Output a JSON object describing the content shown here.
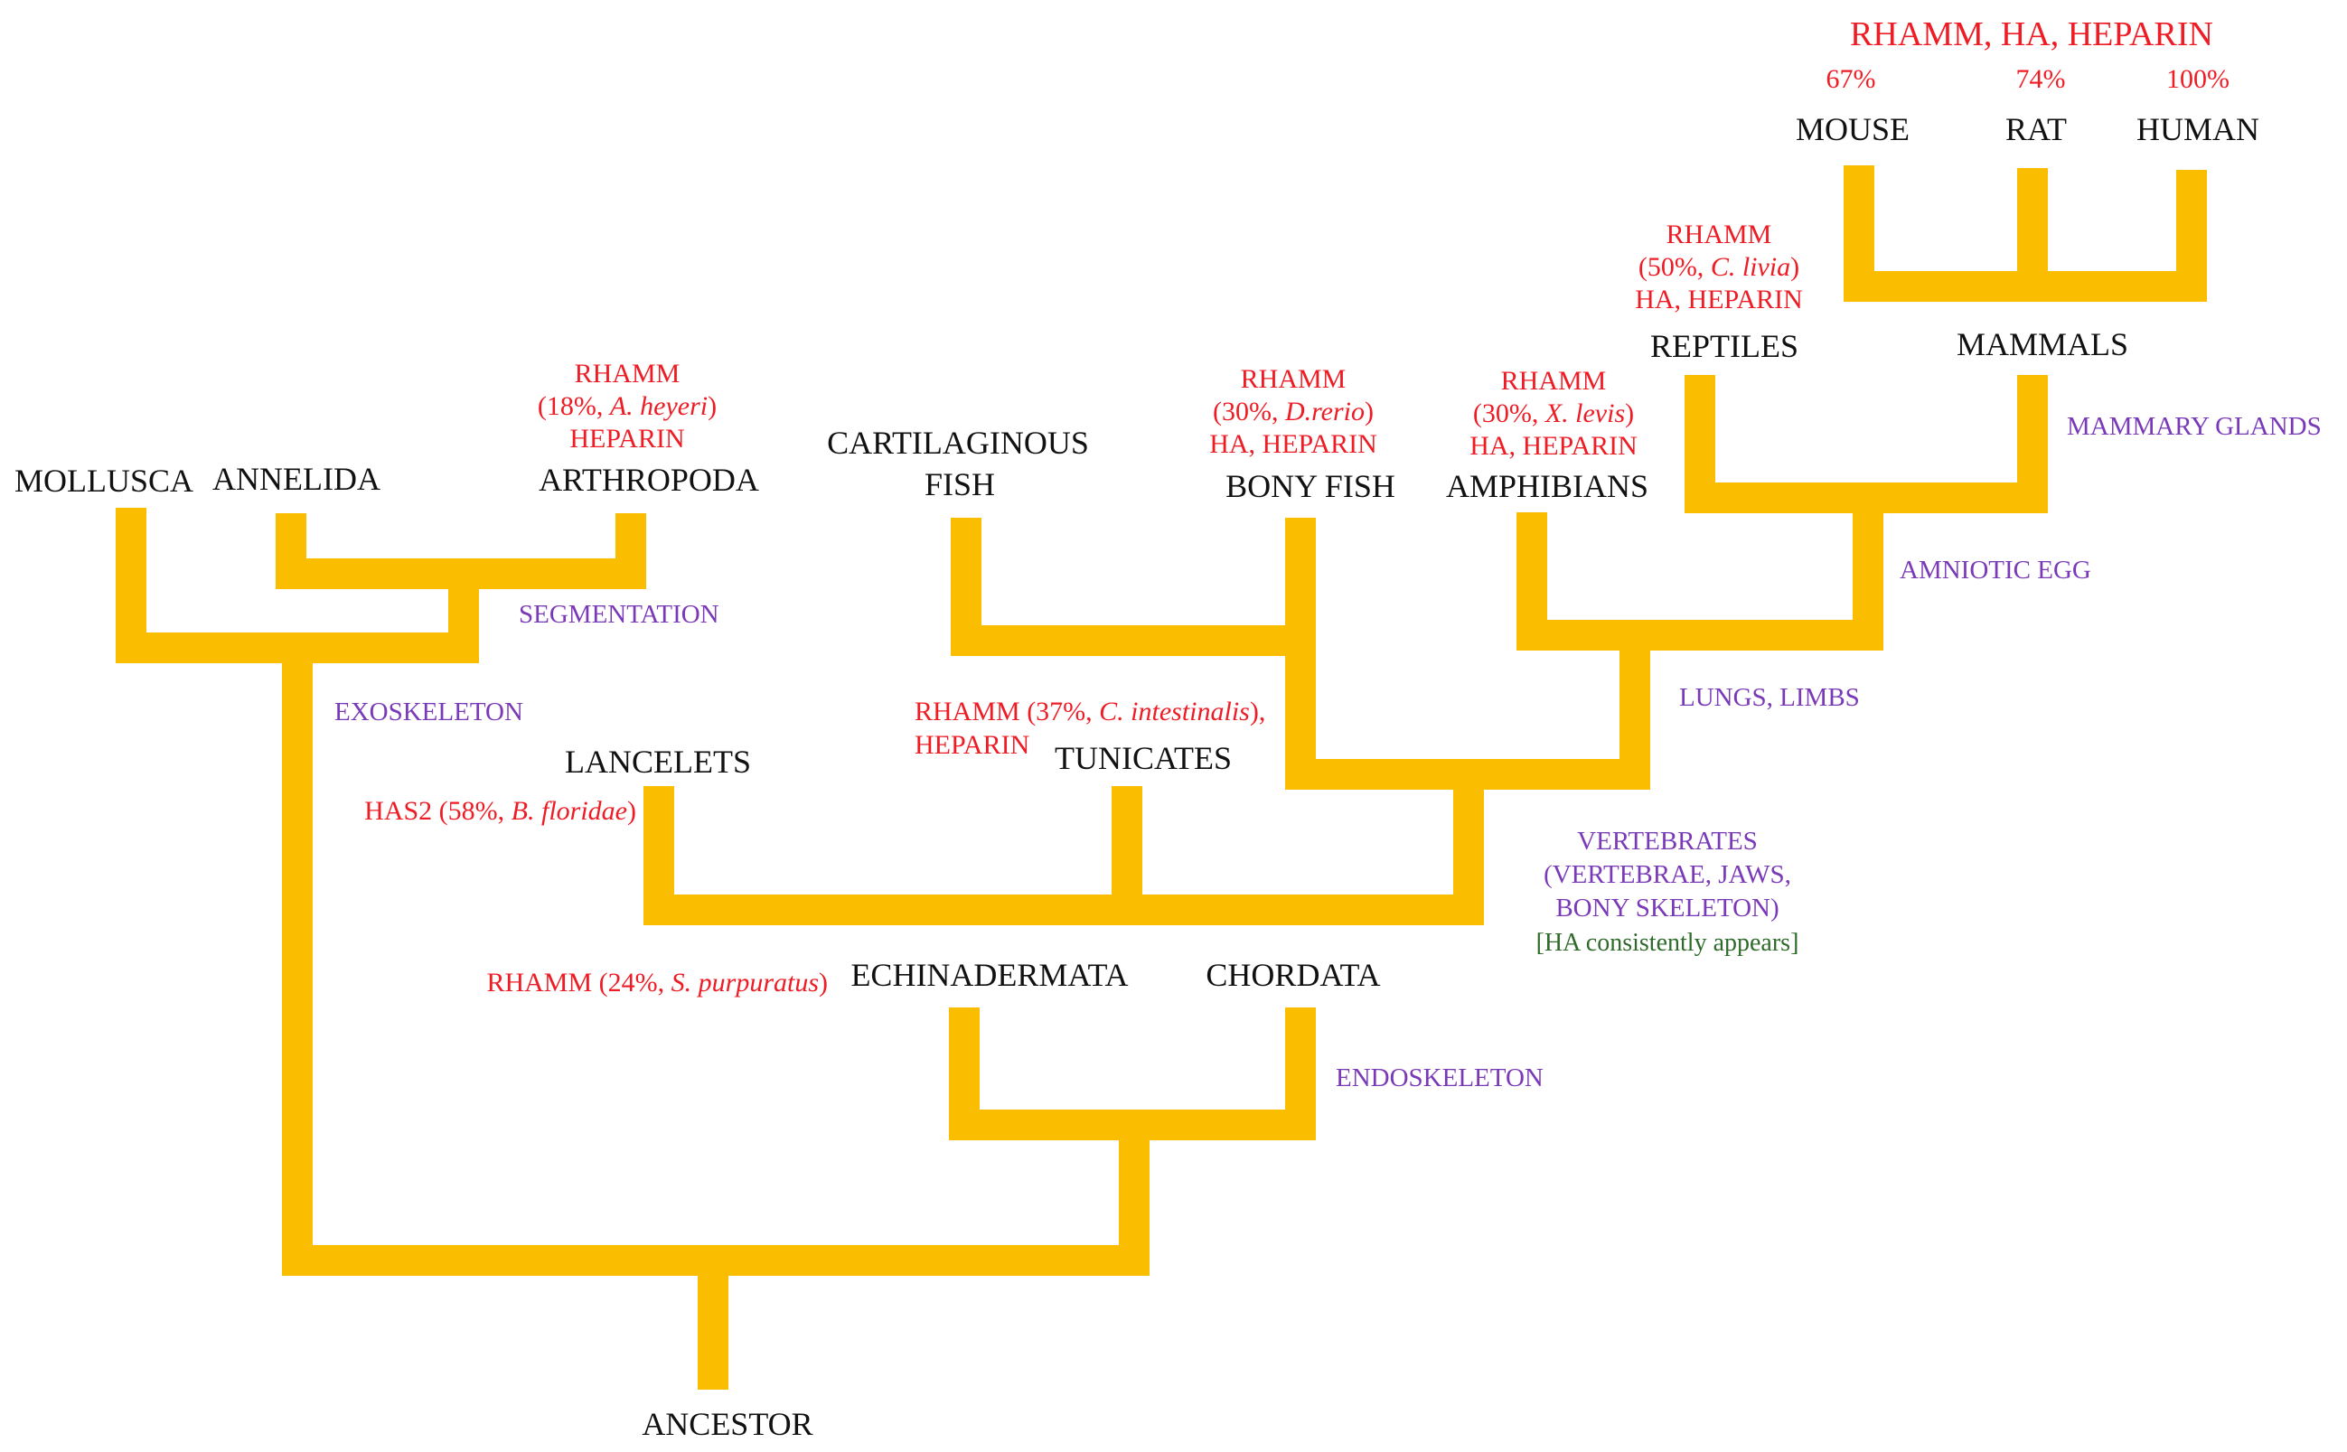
{
  "colors": {
    "branch": "#fbbd00",
    "taxon_text": "#111111",
    "gene_annotation": "#ee1c24",
    "trait_annotation": "#7a3ab8",
    "note_annotation": "#2e6b2a"
  },
  "taxa": {
    "ancestor": "ANCESTOR",
    "mollusca": "MOLLUSCA",
    "annelida": "ANNELIDA",
    "arthropoda": "ARTHROPODA",
    "echinadermata": "ECHINADERMATA",
    "chordata": "CHORDATA",
    "lancelets": "LANCELETS",
    "tunicates": "TUNICATES",
    "cartilaginous_fish_line1": "CARTILAGINOUS",
    "cartilaginous_fish_line2": "FISH",
    "bony_fish": "BONY FISH",
    "amphibians": "AMPHIBIANS",
    "reptiles": "REPTILES",
    "mammals": "MAMMALS",
    "mouse": "MOUSE",
    "rat": "RAT",
    "human": "HUMAN"
  },
  "traits": {
    "segmentation": "SEGMENTATION",
    "exoskeleton": "EXOSKELETON",
    "endoskeleton": "ENDOSKELETON",
    "vertebrates_line1": "VERTEBRATES",
    "vertebrates_line2": "(VERTEBRAE, JAWS,",
    "vertebrates_line3": "BONY SKELETON)",
    "vertebrates_note": "[HA consistently appears]",
    "lungs_limbs": "LUNGS, LIMBS",
    "amniotic_egg": "AMNIOTIC EGG",
    "mammary_glands": "MAMMARY GLANDS"
  },
  "genes": {
    "mammals_header": "RHAMM, HA, HEPARIN",
    "mouse_pct": "67%",
    "rat_pct": "74%",
    "human_pct": "100%",
    "arthropoda": {
      "line1": "RHAMM",
      "line2_pre": "(18%, ",
      "line2_species": "A. heyeri",
      "line2_post": ")",
      "line3": "HEPARIN"
    },
    "bony_fish": {
      "line1": "RHAMM",
      "line2_pre": "(30%, ",
      "line2_species": "D.rerio",
      "line2_post": ")",
      "line3": "HA, HEPARIN"
    },
    "amphibians": {
      "line1": "RHAMM",
      "line2_pre": "(30%, ",
      "line2_species": "X. levis",
      "line2_post": ")",
      "line3": "HA, HEPARIN"
    },
    "reptiles": {
      "line1": "RHAMM",
      "line2_pre": "(50%, ",
      "line2_species": "C. livia",
      "line2_post": ")",
      "line3": "HA, HEPARIN"
    },
    "tunicates": {
      "line1_pre": "RHAMM (37%, ",
      "line1_species": "C. intestinalis",
      "line1_post": "),",
      "line2": "HEPARIN"
    },
    "lancelets": {
      "pre": "HAS2 (58%, ",
      "species": "B. floridae",
      "post": ")"
    },
    "echinadermata": {
      "pre": "RHAMM (24%, ",
      "species": "S. purpuratus",
      "post": ")"
    }
  }
}
